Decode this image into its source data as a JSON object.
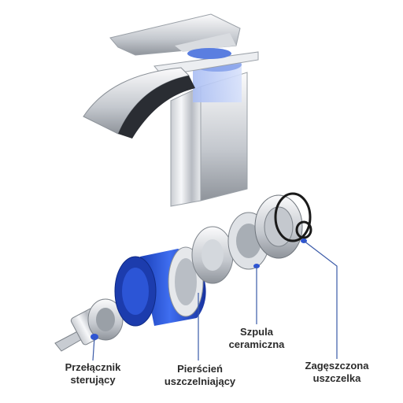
{
  "labels": {
    "control_switch": {
      "line1": "Przełącznik",
      "line2": "sterujący"
    },
    "sealing_ring": {
      "line1": "Pierścień",
      "line2": "uszczelniający"
    },
    "ceramic_spool": {
      "line1": "Szpula",
      "line2": "ceramiczna"
    },
    "gasket": {
      "line1": "Zagęszczona",
      "line2": "uszczelka"
    }
  },
  "colors": {
    "chrome_light": "#f2f3f5",
    "chrome_dark": "#8e939a",
    "cartridge_blue": "#1f47c8",
    "leader_line": "#3a5aa8",
    "text": "#2b2b2b"
  }
}
